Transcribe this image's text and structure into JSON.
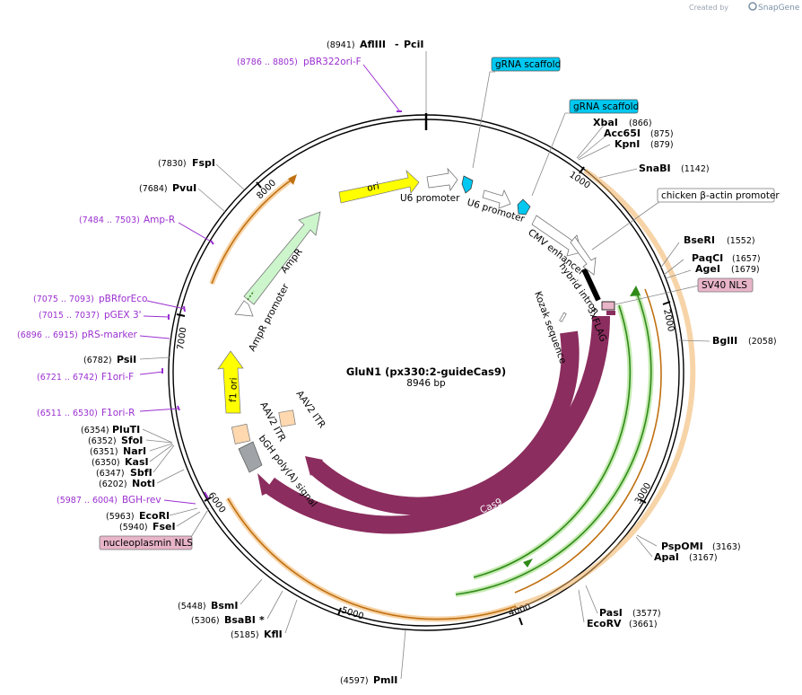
{
  "credit": {
    "prefix": "Created by",
    "brand": "SnapGene"
  },
  "plasmid": {
    "name": "GluN1 (px330:2-guideCas9)",
    "size": "8946 bp"
  },
  "ticks": [
    {
      "label": "1000"
    },
    {
      "label": "2000"
    },
    {
      "label": "3000"
    },
    {
      "label": "4000"
    },
    {
      "label": "5000"
    },
    {
      "label": "6000"
    },
    {
      "label": "7000"
    },
    {
      "label": "8000"
    }
  ],
  "sites_right": [
    {
      "name": "XbaI",
      "pos": "(866)"
    },
    {
      "name": "Acc65I",
      "pos": "(875)"
    },
    {
      "name": "KpnI",
      "pos": "(879)"
    },
    {
      "name": "SnaBI",
      "pos": "(1142)"
    },
    {
      "name": "BseRI",
      "pos": "(1552)"
    },
    {
      "name": "PaqCI",
      "pos": "(1657)"
    },
    {
      "name": "AgeI",
      "pos": "(1679)"
    },
    {
      "name": "BglII",
      "pos": "(2058)"
    },
    {
      "name": "PspOMI",
      "pos": "(3163)"
    },
    {
      "name": "ApaI",
      "pos": "(3167)"
    },
    {
      "name": "PasI",
      "pos": "(3577)"
    },
    {
      "name": "EcoRV",
      "pos": "(3661)"
    }
  ],
  "sites_left": [
    {
      "name": "FspI",
      "pos": "(7830)"
    },
    {
      "name": "PvuI",
      "pos": "(7684)"
    },
    {
      "name": "PsiI",
      "pos": "(6782)"
    },
    {
      "name": "PluTI",
      "pos": "(6354)"
    },
    {
      "name": "SfoI",
      "pos": "(6352)"
    },
    {
      "name": "NarI",
      "pos": "(6351)"
    },
    {
      "name": "KasI",
      "pos": "(6350)"
    },
    {
      "name": "SbfI",
      "pos": "(6347)"
    },
    {
      "name": "NotI",
      "pos": "(6202)"
    },
    {
      "name": "EcoRI",
      "pos": "(5963)"
    },
    {
      "name": "FseI",
      "pos": "(5940)"
    },
    {
      "name": "BsmI",
      "pos": "(5448)"
    },
    {
      "name": "BsaBI",
      "pos": "(5306)",
      "mark": "*"
    },
    {
      "name": "KflI",
      "pos": "(5185)"
    },
    {
      "name": "PmlI",
      "pos": "(4597)"
    }
  ],
  "site_top": {
    "pos": "(8941)",
    "name1": "AflIII",
    "sep": "-",
    "name2": "PciI"
  },
  "primers": [
    {
      "range": "(8786 .. 8805)",
      "name": "pBR322ori-F"
    },
    {
      "range": "(7484 .. 7503)",
      "name": "Amp-R"
    },
    {
      "range": "(7075 .. 7093)",
      "name": "pBRforEco"
    },
    {
      "range": "(7015 .. 7037)",
      "name": "pGEX 3'"
    },
    {
      "range": "(6896 .. 6915)",
      "name": "pRS-marker"
    },
    {
      "range": "(6721 .. 6742)",
      "name": "F1ori-F"
    },
    {
      "range": "(6511 .. 6530)",
      "name": "F1ori-R"
    },
    {
      "range": "(5987 .. 6004)",
      "name": "BGH-rev"
    }
  ],
  "callouts": {
    "grna1": "gRNA scaffold",
    "grna2": "gRNA scaffold",
    "cba": "chicken β-actin promoter",
    "sv40": "SV40 NLS",
    "nucleo": "nucleoplasmin NLS"
  },
  "features": {
    "ori": "ori",
    "u6a": "U6 promoter",
    "u6b": "U6 promoter",
    "cmv": "CMV enhancer",
    "hybrid": "hybrid intron",
    "kozak": "Kozak sequence",
    "flag": "3xFLAG",
    "cas9_inner": "Cas9",
    "cas9_outer": "Cas9",
    "f1": "f1 ori",
    "ampr": "AmpR",
    "amprp": "AmpR promoter",
    "aav_a": "AAV2 ITR",
    "aav_b": "AAV2 ITR",
    "bgh": "bGH poly(A) signal"
  },
  "colors": {
    "cas9": "#8b2d5e",
    "ori": "#ffff00",
    "ampr": "#ccf5cc",
    "gRNA": "#00c8f0",
    "orange": "#f0b060",
    "green": "#3aa02a",
    "aav": "#ffd8b0",
    "bgh": "#a0a4a8",
    "pinkbox": "#e8b4c8"
  }
}
